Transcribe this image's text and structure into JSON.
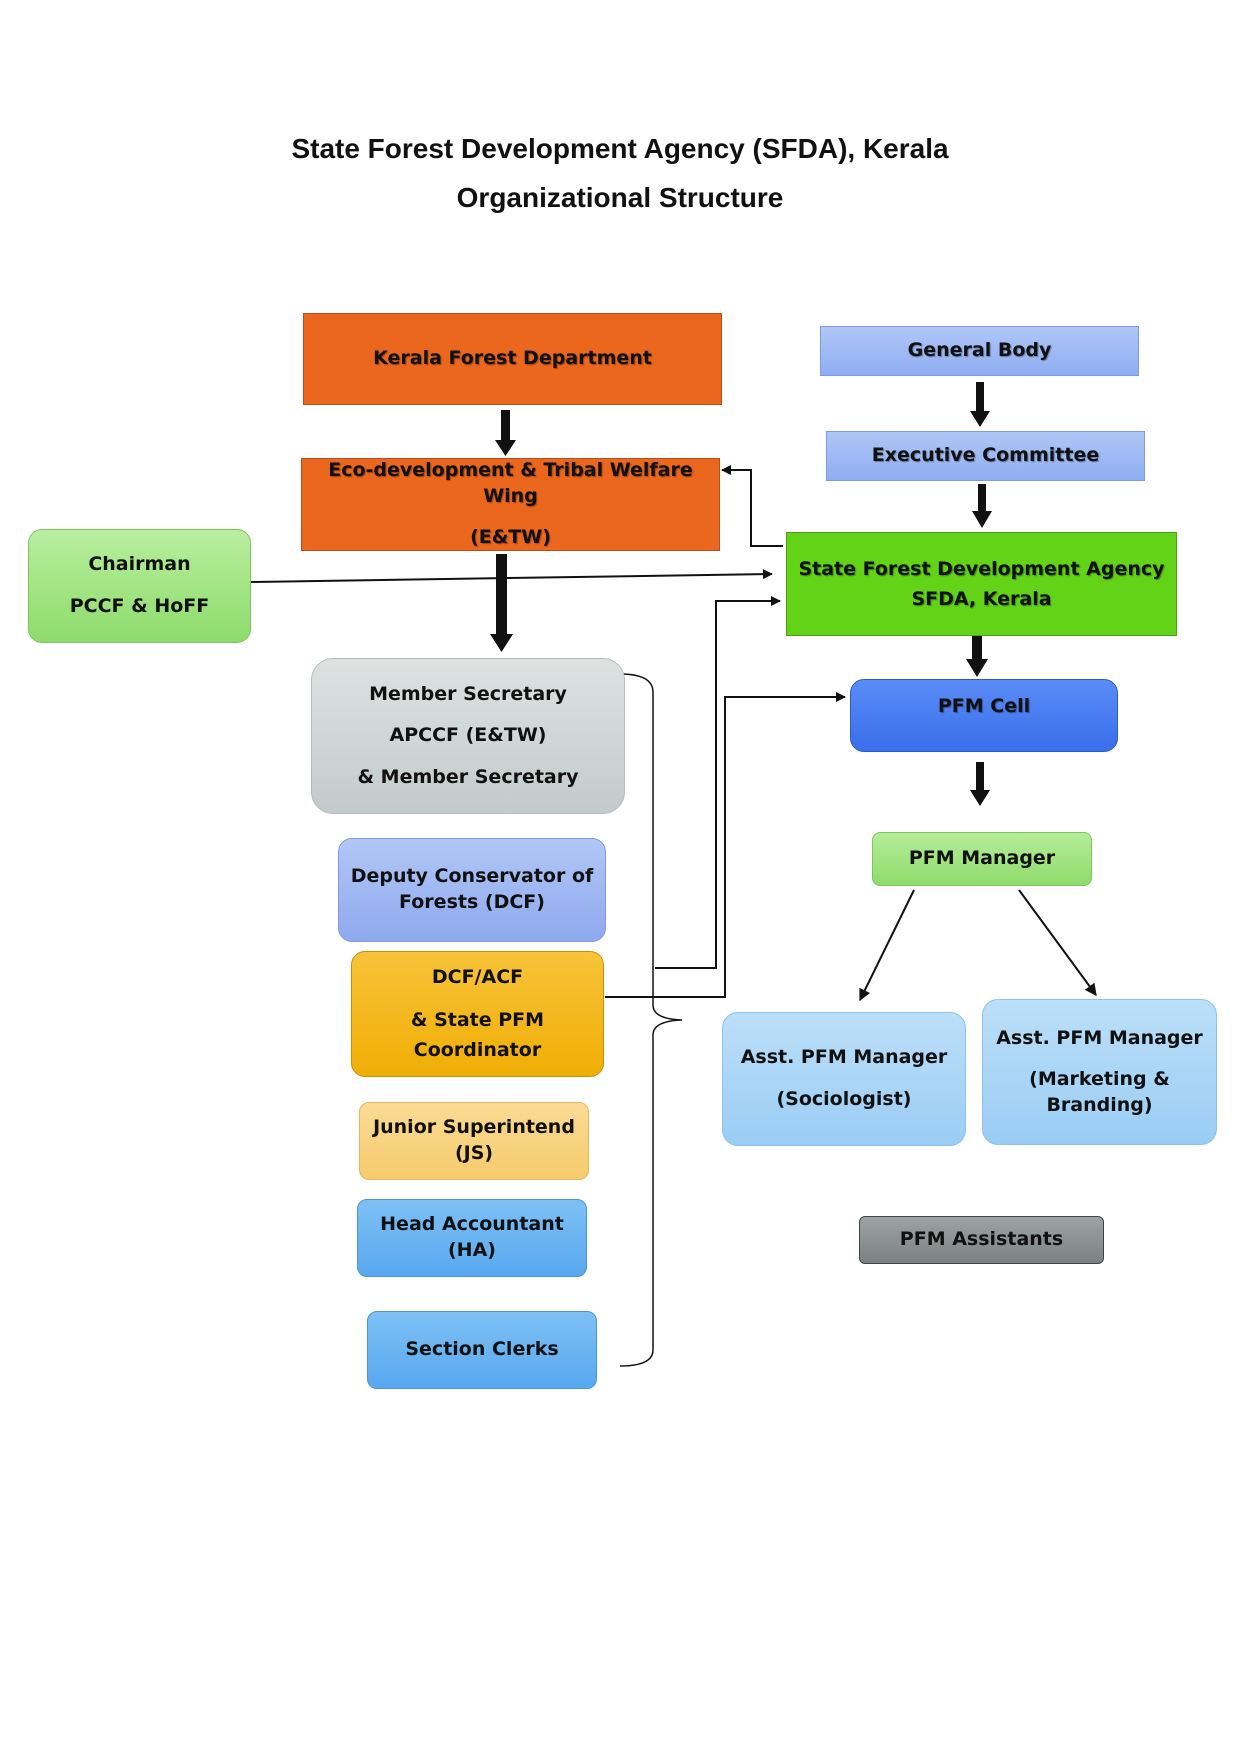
{
  "title": {
    "line1": "State Forest Development Agency (SFDA), Kerala",
    "line2": "Organizational Structure"
  },
  "nodes": {
    "kerala_forest_department": {
      "lines": [
        "Kerala Forest Department"
      ],
      "color": "#EC671E"
    },
    "etw_wing": {
      "lines": [
        "Eco-development & Tribal Welfare Wing",
        "(E&TW)"
      ],
      "color": "#EC671E"
    },
    "chairman": {
      "lines": [
        "Chairman",
        "PCCF & HoFF"
      ],
      "color": "#9DE27E"
    },
    "general_body": {
      "lines": [
        "General Body"
      ],
      "color": "#9DB9F5"
    },
    "executive_committee": {
      "lines": [
        "Executive Committee"
      ],
      "color": "#9DB9F5"
    },
    "sfda": {
      "lines": [
        "State Forest Development Agency",
        "SFDA, Kerala"
      ],
      "color": "#63D317"
    },
    "member_secretary": {
      "lines": [
        "Member Secretary",
        "APCCF (E&TW)",
        "& Member Secretary"
      ],
      "color": "#D0D6D5"
    },
    "dcf": {
      "lines": [
        "Deputy Conservator of",
        "Forests (DCF)"
      ],
      "color": "#9DB5F1"
    },
    "dcf_acf": {
      "lines": [
        "DCF/ACF",
        "& State PFM",
        "Coordinator"
      ],
      "color": "#F4B509"
    },
    "junior_superintend": {
      "lines": [
        "Junior Superintend",
        "(JS)"
      ],
      "color": "#F8D47E"
    },
    "head_accountant": {
      "lines": [
        "Head Accountant",
        "(HA)"
      ],
      "color": "#66B3F2"
    },
    "section_clerks": {
      "lines": [
        "Section Clerks"
      ],
      "color": "#66B3F2"
    },
    "pfm_cell": {
      "lines": [
        "PFM Cell"
      ],
      "color": "#4177F4"
    },
    "pfm_manager": {
      "lines": [
        "PFM Manager"
      ],
      "color": "#9DE27E"
    },
    "asst_sociologist": {
      "lines": [
        "Asst. PFM Manager",
        "(Sociologist)"
      ],
      "color": "#A9D5F6"
    },
    "asst_marketing": {
      "lines": [
        "Asst. PFM Manager",
        "(Marketing &",
        "Branding)"
      ],
      "color": "#A9D5F6"
    },
    "pfm_assistants": {
      "lines": [
        "PFM Assistants"
      ],
      "color": "#868C8B"
    }
  }
}
